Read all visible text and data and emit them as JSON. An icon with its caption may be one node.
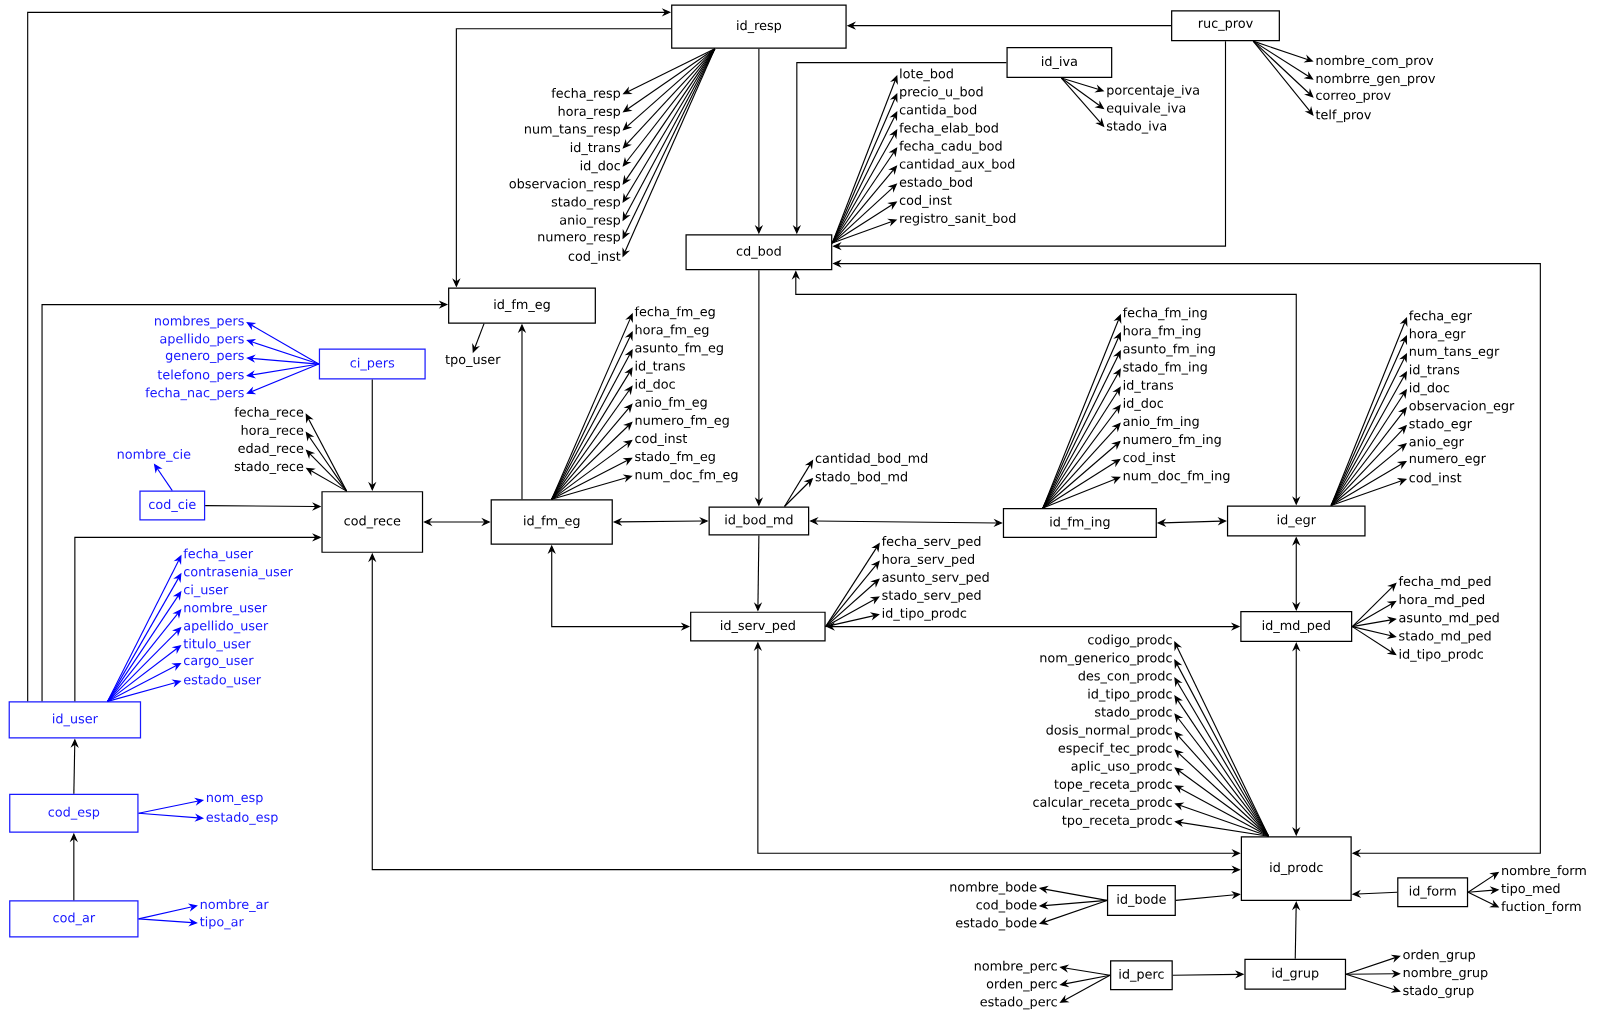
{
  "diagram": {
    "nodes": [
      {
        "text": [
          "id_resp"
        ]
      },
      {
        "text": [
          "ruc_prov"
        ]
      },
      {
        "text": [
          "id_iva"
        ]
      },
      {
        "text": [
          "cd_bod"
        ]
      },
      {
        "text": [
          "id_fm_eg"
        ]
      },
      {
        "text": [
          "ci_pers"
        ]
      },
      {
        "text": [
          "cod_cie"
        ]
      },
      {
        "text": [
          "cod_rece"
        ]
      },
      {
        "text": [
          "id_fm_eg"
        ]
      },
      {
        "text": [
          "id_bod_md"
        ]
      },
      {
        "text": [
          "id_fm_ing"
        ]
      },
      {
        "text": [
          "id_egr"
        ]
      },
      {
        "text": [
          "id_serv_ped"
        ]
      },
      {
        "text": [
          "id_md_ped"
        ]
      },
      {
        "text": [
          "id_user"
        ]
      },
      {
        "text": [
          "cod_esp"
        ]
      },
      {
        "text": [
          "cod_ar"
        ]
      },
      {
        "text": [
          "id_prodc"
        ]
      },
      {
        "text": [
          "id_bode"
        ]
      },
      {
        "text": [
          "id_form"
        ]
      },
      {
        "text": [
          "id_perc"
        ]
      },
      {
        "text": [
          "id_grup"
        ]
      },
      {
        "text": [
          "tpo_user"
        ]
      },
      {
        "text": [
          "fecha_resp"
        ]
      },
      {
        "text": [
          "hora_resp"
        ]
      },
      {
        "text": [
          "num_tans_resp"
        ]
      },
      {
        "text": [
          "id_trans"
        ]
      },
      {
        "text": [
          "id_doc"
        ]
      },
      {
        "text": [
          "observacion_resp"
        ]
      },
      {
        "text": [
          "stado_resp"
        ]
      },
      {
        "text": [
          "anio_resp"
        ]
      },
      {
        "text": [
          "numero_resp"
        ]
      },
      {
        "text": [
          "cod_inst"
        ]
      },
      {
        "text": [
          "lote_bod"
        ]
      },
      {
        "text": [
          "precio_u_bod"
        ]
      },
      {
        "text": [
          "cantida_bod"
        ]
      },
      {
        "text": [
          "fecha_elab_bod"
        ]
      },
      {
        "text": [
          "fecha_cadu_bod"
        ]
      },
      {
        "text": [
          "cantidad_aux_bod"
        ]
      },
      {
        "text": [
          "estado_bod"
        ]
      },
      {
        "text": [
          "cod_inst"
        ]
      },
      {
        "text": [
          "registro_sanit_bod"
        ]
      },
      {
        "text": [
          "porcentaje_iva"
        ]
      },
      {
        "text": [
          "equivale_iva"
        ]
      },
      {
        "text": [
          "stado_iva"
        ]
      },
      {
        "text": [
          "nombre_com_prov"
        ]
      },
      {
        "text": [
          "nombrre_gen_prov"
        ]
      },
      {
        "text": [
          "correo_prov"
        ]
      },
      {
        "text": [
          "telf_prov"
        ]
      },
      {
        "text": [
          "nombres_pers"
        ]
      },
      {
        "text": [
          "apellido_pers"
        ]
      },
      {
        "text": [
          "genero_pers"
        ]
      },
      {
        "text": [
          "telefono_pers"
        ]
      },
      {
        "text": [
          "fecha_nac_pers"
        ]
      },
      {
        "text": [
          "fecha_rece"
        ]
      },
      {
        "text": [
          "hora_rece"
        ]
      },
      {
        "text": [
          "edad_rece"
        ]
      },
      {
        "text": [
          "stado_rece"
        ]
      },
      {
        "text": [
          "nombre_cie"
        ]
      },
      {
        "text": [
          "fecha_fm_eg"
        ]
      },
      {
        "text": [
          "hora_fm_eg"
        ]
      },
      {
        "text": [
          "asunto_fm_eg"
        ]
      },
      {
        "text": [
          "id_trans"
        ]
      },
      {
        "text": [
          "id_doc"
        ]
      },
      {
        "text": [
          "anio_fm_eg"
        ]
      },
      {
        "text": [
          "numero_fm_eg"
        ]
      },
      {
        "text": [
          "cod_inst"
        ]
      },
      {
        "text": [
          "stado_fm_eg"
        ]
      },
      {
        "text": [
          "num_doc_fm_eg"
        ]
      },
      {
        "text": [
          "cantidad_bod_md"
        ]
      },
      {
        "text": [
          "stado_bod_md"
        ]
      },
      {
        "text": [
          "fecha_fm_ing"
        ]
      },
      {
        "text": [
          "hora_fm_ing"
        ]
      },
      {
        "text": [
          "asunto_fm_ing"
        ]
      },
      {
        "text": [
          "stado_fm_ing"
        ]
      },
      {
        "text": [
          "id_trans"
        ]
      },
      {
        "text": [
          "id_doc"
        ]
      },
      {
        "text": [
          "anio_fm_ing"
        ]
      },
      {
        "text": [
          "numero_fm_ing"
        ]
      },
      {
        "text": [
          "cod_inst"
        ]
      },
      {
        "text": [
          "num_doc_fm_ing"
        ]
      },
      {
        "text": [
          "fecha_egr"
        ]
      },
      {
        "text": [
          "hora_egr"
        ]
      },
      {
        "text": [
          "num_tans_egr"
        ]
      },
      {
        "text": [
          "id_trans"
        ]
      },
      {
        "text": [
          "id_doc"
        ]
      },
      {
        "text": [
          "observacion_egr"
        ]
      },
      {
        "text": [
          "stado_egr"
        ]
      },
      {
        "text": [
          "anio_egr"
        ]
      },
      {
        "text": [
          "numero_egr"
        ]
      },
      {
        "text": [
          "cod_inst"
        ]
      },
      {
        "text": [
          "fecha_serv_ped"
        ]
      },
      {
        "text": [
          "hora_serv_ped"
        ]
      },
      {
        "text": [
          "asunto_serv_ped"
        ]
      },
      {
        "text": [
          "stado_serv_ped"
        ]
      },
      {
        "text": [
          "id_tipo_prodc"
        ]
      },
      {
        "text": [
          "fecha_md_ped"
        ]
      },
      {
        "text": [
          "hora_md_ped"
        ]
      },
      {
        "text": [
          "asunto_md_ped"
        ]
      },
      {
        "text": [
          "stado_md_ped"
        ]
      },
      {
        "text": [
          "id_tipo_prodc"
        ]
      },
      {
        "text": [
          "fecha_user"
        ]
      },
      {
        "text": [
          "contrasenia_user"
        ]
      },
      {
        "text": [
          "ci_user"
        ]
      },
      {
        "text": [
          "nombre_user"
        ]
      },
      {
        "text": [
          "apellido_user"
        ]
      },
      {
        "text": [
          "titulo_user"
        ]
      },
      {
        "text": [
          "cargo_user"
        ]
      },
      {
        "text": [
          "estado_user"
        ]
      },
      {
        "text": [
          "nom_esp"
        ]
      },
      {
        "text": [
          "estado_esp"
        ]
      },
      {
        "text": [
          "nombre_ar"
        ]
      },
      {
        "text": [
          "tipo_ar"
        ]
      },
      {
        "text": [
          "codigo_prodc"
        ]
      },
      {
        "text": [
          "nom_generico_prodc"
        ]
      },
      {
        "text": [
          "des_con_prodc"
        ]
      },
      {
        "text": [
          "id_tipo_prodc"
        ]
      },
      {
        "text": [
          "stado_prodc"
        ]
      },
      {
        "text": [
          "dosis_normal_prodc"
        ]
      },
      {
        "text": [
          "especif_tec_prodc"
        ]
      },
      {
        "text": [
          "aplic_uso_prodc"
        ]
      },
      {
        "text": [
          "tope_receta_prodc"
        ]
      },
      {
        "text": [
          "calcular_receta_prodc"
        ]
      },
      {
        "text": [
          "tpo_receta_prodc"
        ]
      },
      {
        "text": [
          "nombre_bode"
        ]
      },
      {
        "text": [
          "cod_bode"
        ]
      },
      {
        "text": [
          "estado_bode"
        ]
      },
      {
        "text": [
          "nombre_form"
        ]
      },
      {
        "text": [
          "tipo_med"
        ]
      },
      {
        "text": [
          "fuction_form"
        ]
      },
      {
        "text": [
          "nombre_perc"
        ]
      },
      {
        "text": [
          "orden_perc"
        ]
      },
      {
        "text": [
          "estado_perc"
        ]
      },
      {
        "text": [
          "orden_grup"
        ]
      },
      {
        "text": [
          "nombre_grup"
        ]
      },
      {
        "text": [
          "stado_grup"
        ]
      }
    ],
    "edges": [
      {
        "from": 14,
        "to": 0,
        "arrow": "to"
      },
      {
        "from": 0,
        "to": 4,
        "arrow": "to"
      },
      {
        "from": 14,
        "to": 4,
        "arrow": "to"
      },
      {
        "from": 14,
        "to": 7,
        "arrow": "to"
      },
      {
        "from": 6,
        "to": 7,
        "arrow": "to"
      },
      {
        "from": 5,
        "to": 7,
        "arrow": "to"
      },
      {
        "from": 0,
        "to": 3,
        "arrow": "to"
      },
      {
        "from": 1,
        "to": 0,
        "arrow": "to"
      },
      {
        "from": 2,
        "to": 3,
        "arrow": "to"
      },
      {
        "from": 1,
        "to": 3,
        "arrow": "to"
      },
      {
        "from": 17,
        "to": 3,
        "arrow": "both"
      },
      {
        "from": 3,
        "to": 11,
        "arrow": "both"
      },
      {
        "from": 3,
        "to": 9,
        "arrow": "to"
      },
      {
        "from": 7,
        "to": 8,
        "arrow": "both"
      },
      {
        "from": 8,
        "to": 4,
        "arrow": "to"
      },
      {
        "from": 4,
        "to": 22,
        "arrow": "to"
      },
      {
        "from": 8,
        "to": 9,
        "arrow": "both"
      },
      {
        "from": 9,
        "to": 10,
        "arrow": "both"
      },
      {
        "from": 10,
        "to": 11,
        "arrow": "both"
      },
      {
        "from": 11,
        "to": 13,
        "arrow": "both"
      },
      {
        "from": 9,
        "to": 12,
        "arrow": "to"
      },
      {
        "from": 8,
        "to": 12,
        "arrow": "both"
      },
      {
        "from": 12,
        "to": 13,
        "arrow": "both"
      },
      {
        "from": 13,
        "to": 17,
        "arrow": "both"
      },
      {
        "from": 12,
        "to": 17,
        "arrow": "both"
      },
      {
        "from": 7,
        "to": 17,
        "arrow": "both"
      },
      {
        "from": 18,
        "to": 17,
        "arrow": "to"
      },
      {
        "from": 19,
        "to": 17,
        "arrow": "to"
      },
      {
        "from": 21,
        "to": 17,
        "arrow": "to"
      },
      {
        "from": 20,
        "to": 21,
        "arrow": "to"
      },
      {
        "from": 15,
        "to": 14,
        "arrow": "to"
      },
      {
        "from": 16,
        "to": 15,
        "arrow": "to"
      },
      {
        "from": 0,
        "to": 23,
        "arrow": "to"
      },
      {
        "from": 0,
        "to": 24,
        "arrow": "to"
      },
      {
        "from": 0,
        "to": 25,
        "arrow": "to"
      },
      {
        "from": 0,
        "to": 26,
        "arrow": "to"
      },
      {
        "from": 0,
        "to": 27,
        "arrow": "to"
      },
      {
        "from": 0,
        "to": 28,
        "arrow": "to"
      },
      {
        "from": 0,
        "to": 29,
        "arrow": "to"
      },
      {
        "from": 0,
        "to": 30,
        "arrow": "to"
      },
      {
        "from": 0,
        "to": 31,
        "arrow": "to"
      },
      {
        "from": 0,
        "to": 32,
        "arrow": "to"
      },
      {
        "from": 3,
        "to": 33,
        "arrow": "to"
      },
      {
        "from": 3,
        "to": 34,
        "arrow": "to"
      },
      {
        "from": 3,
        "to": 35,
        "arrow": "to"
      },
      {
        "from": 3,
        "to": 36,
        "arrow": "to"
      },
      {
        "from": 3,
        "to": 37,
        "arrow": "to"
      },
      {
        "from": 3,
        "to": 38,
        "arrow": "to"
      },
      {
        "from": 3,
        "to": 39,
        "arrow": "to"
      },
      {
        "from": 3,
        "to": 40,
        "arrow": "to"
      },
      {
        "from": 3,
        "to": 41,
        "arrow": "to"
      },
      {
        "from": 2,
        "to": 42,
        "arrow": "to"
      },
      {
        "from": 2,
        "to": 43,
        "arrow": "to"
      },
      {
        "from": 2,
        "to": 44,
        "arrow": "to"
      },
      {
        "from": 1,
        "to": 45,
        "arrow": "to"
      },
      {
        "from": 1,
        "to": 46,
        "arrow": "to"
      },
      {
        "from": 1,
        "to": 47,
        "arrow": "to"
      },
      {
        "from": 1,
        "to": 48,
        "arrow": "to"
      },
      {
        "from": 5,
        "to": 49,
        "arrow": "to",
        "color": "#0000ff"
      },
      {
        "from": 5,
        "to": 50,
        "arrow": "to",
        "color": "#0000ff"
      },
      {
        "from": 5,
        "to": 51,
        "arrow": "to",
        "color": "#0000ff"
      },
      {
        "from": 5,
        "to": 52,
        "arrow": "to",
        "color": "#0000ff"
      },
      {
        "from": 5,
        "to": 53,
        "arrow": "to",
        "color": "#0000ff"
      },
      {
        "from": 7,
        "to": 54,
        "arrow": "to"
      },
      {
        "from": 7,
        "to": 55,
        "arrow": "to"
      },
      {
        "from": 7,
        "to": 56,
        "arrow": "to"
      },
      {
        "from": 7,
        "to": 57,
        "arrow": "to"
      },
      {
        "from": 6,
        "to": 58,
        "arrow": "to",
        "color": "#0000ff"
      },
      {
        "from": 8,
        "to": 59,
        "arrow": "to"
      },
      {
        "from": 8,
        "to": 60,
        "arrow": "to"
      },
      {
        "from": 8,
        "to": 61,
        "arrow": "to"
      },
      {
        "from": 8,
        "to": 62,
        "arrow": "to"
      },
      {
        "from": 8,
        "to": 63,
        "arrow": "to"
      },
      {
        "from": 8,
        "to": 64,
        "arrow": "to"
      },
      {
        "from": 8,
        "to": 65,
        "arrow": "to"
      },
      {
        "from": 8,
        "to": 66,
        "arrow": "to"
      },
      {
        "from": 8,
        "to": 67,
        "arrow": "to"
      },
      {
        "from": 8,
        "to": 68,
        "arrow": "to"
      },
      {
        "from": 9,
        "to": 69,
        "arrow": "to"
      },
      {
        "from": 9,
        "to": 70,
        "arrow": "to"
      },
      {
        "from": 10,
        "to": 71,
        "arrow": "to"
      },
      {
        "from": 10,
        "to": 72,
        "arrow": "to"
      },
      {
        "from": 10,
        "to": 73,
        "arrow": "to"
      },
      {
        "from": 10,
        "to": 74,
        "arrow": "to"
      },
      {
        "from": 10,
        "to": 75,
        "arrow": "to"
      },
      {
        "from": 10,
        "to": 76,
        "arrow": "to"
      },
      {
        "from": 10,
        "to": 77,
        "arrow": "to"
      },
      {
        "from": 10,
        "to": 78,
        "arrow": "to"
      },
      {
        "from": 10,
        "to": 79,
        "arrow": "to"
      },
      {
        "from": 10,
        "to": 80,
        "arrow": "to"
      },
      {
        "from": 11,
        "to": 81,
        "arrow": "to"
      },
      {
        "from": 11,
        "to": 82,
        "arrow": "to"
      },
      {
        "from": 11,
        "to": 83,
        "arrow": "to"
      },
      {
        "from": 11,
        "to": 84,
        "arrow": "to"
      },
      {
        "from": 11,
        "to": 85,
        "arrow": "to"
      },
      {
        "from": 11,
        "to": 86,
        "arrow": "to"
      },
      {
        "from": 11,
        "to": 87,
        "arrow": "to"
      },
      {
        "from": 11,
        "to": 88,
        "arrow": "to"
      },
      {
        "from": 11,
        "to": 89,
        "arrow": "to"
      },
      {
        "from": 11,
        "to": 90,
        "arrow": "to"
      },
      {
        "from": 12,
        "to": 91,
        "arrow": "to"
      },
      {
        "from": 12,
        "to": 92,
        "arrow": "to"
      },
      {
        "from": 12,
        "to": 93,
        "arrow": "to"
      },
      {
        "from": 12,
        "to": 94,
        "arrow": "to"
      },
      {
        "from": 12,
        "to": 95,
        "arrow": "to"
      },
      {
        "from": 13,
        "to": 96,
        "arrow": "to"
      },
      {
        "from": 13,
        "to": 97,
        "arrow": "to"
      },
      {
        "from": 13,
        "to": 98,
        "arrow": "to"
      },
      {
        "from": 13,
        "to": 99,
        "arrow": "to"
      },
      {
        "from": 13,
        "to": 100,
        "arrow": "to"
      },
      {
        "from": 14,
        "to": 101,
        "arrow": "to",
        "color": "#0000ff"
      },
      {
        "from": 14,
        "to": 102,
        "arrow": "to",
        "color": "#0000ff"
      },
      {
        "from": 14,
        "to": 103,
        "arrow": "to",
        "color": "#0000ff"
      },
      {
        "from": 14,
        "to": 104,
        "arrow": "to",
        "color": "#0000ff"
      },
      {
        "from": 14,
        "to": 105,
        "arrow": "to",
        "color": "#0000ff"
      },
      {
        "from": 14,
        "to": 106,
        "arrow": "to",
        "color": "#0000ff"
      },
      {
        "from": 14,
        "to": 107,
        "arrow": "to",
        "color": "#0000ff"
      },
      {
        "from": 14,
        "to": 108,
        "arrow": "to",
        "color": "#0000ff"
      },
      {
        "from": 15,
        "to": 109,
        "arrow": "to",
        "color": "#0000ff"
      },
      {
        "from": 15,
        "to": 110,
        "arrow": "to",
        "color": "#0000ff"
      },
      {
        "from": 16,
        "to": 111,
        "arrow": "to",
        "color": "#0000ff"
      },
      {
        "from": 16,
        "to": 112,
        "arrow": "to",
        "color": "#0000ff"
      },
      {
        "from": 17,
        "to": 113,
        "arrow": "to"
      },
      {
        "from": 17,
        "to": 114,
        "arrow": "to"
      },
      {
        "from": 17,
        "to": 115,
        "arrow": "to"
      },
      {
        "from": 17,
        "to": 116,
        "arrow": "to"
      },
      {
        "from": 17,
        "to": 117,
        "arrow": "to"
      },
      {
        "from": 17,
        "to": 118,
        "arrow": "to"
      },
      {
        "from": 17,
        "to": 119,
        "arrow": "to"
      },
      {
        "from": 17,
        "to": 120,
        "arrow": "to"
      },
      {
        "from": 17,
        "to": 121,
        "arrow": "to"
      },
      {
        "from": 17,
        "to": 122,
        "arrow": "to"
      },
      {
        "from": 17,
        "to": 123,
        "arrow": "to"
      },
      {
        "from": 18,
        "to": 124,
        "arrow": "to"
      },
      {
        "from": 18,
        "to": 125,
        "arrow": "to"
      },
      {
        "from": 18,
        "to": 126,
        "arrow": "to"
      },
      {
        "from": 19,
        "to": 127,
        "arrow": "to"
      },
      {
        "from": 19,
        "to": 128,
        "arrow": "to"
      },
      {
        "from": 19,
        "to": 129,
        "arrow": "to"
      },
      {
        "from": 20,
        "to": 130,
        "arrow": "to"
      },
      {
        "from": 20,
        "to": 131,
        "arrow": "to"
      },
      {
        "from": 20,
        "to": 132,
        "arrow": "to"
      },
      {
        "from": 21,
        "to": 133,
        "arrow": "to"
      },
      {
        "from": 21,
        "to": 134,
        "arrow": "to"
      },
      {
        "from": 21,
        "to": 135,
        "arrow": "to"
      }
    ]
  }
}
